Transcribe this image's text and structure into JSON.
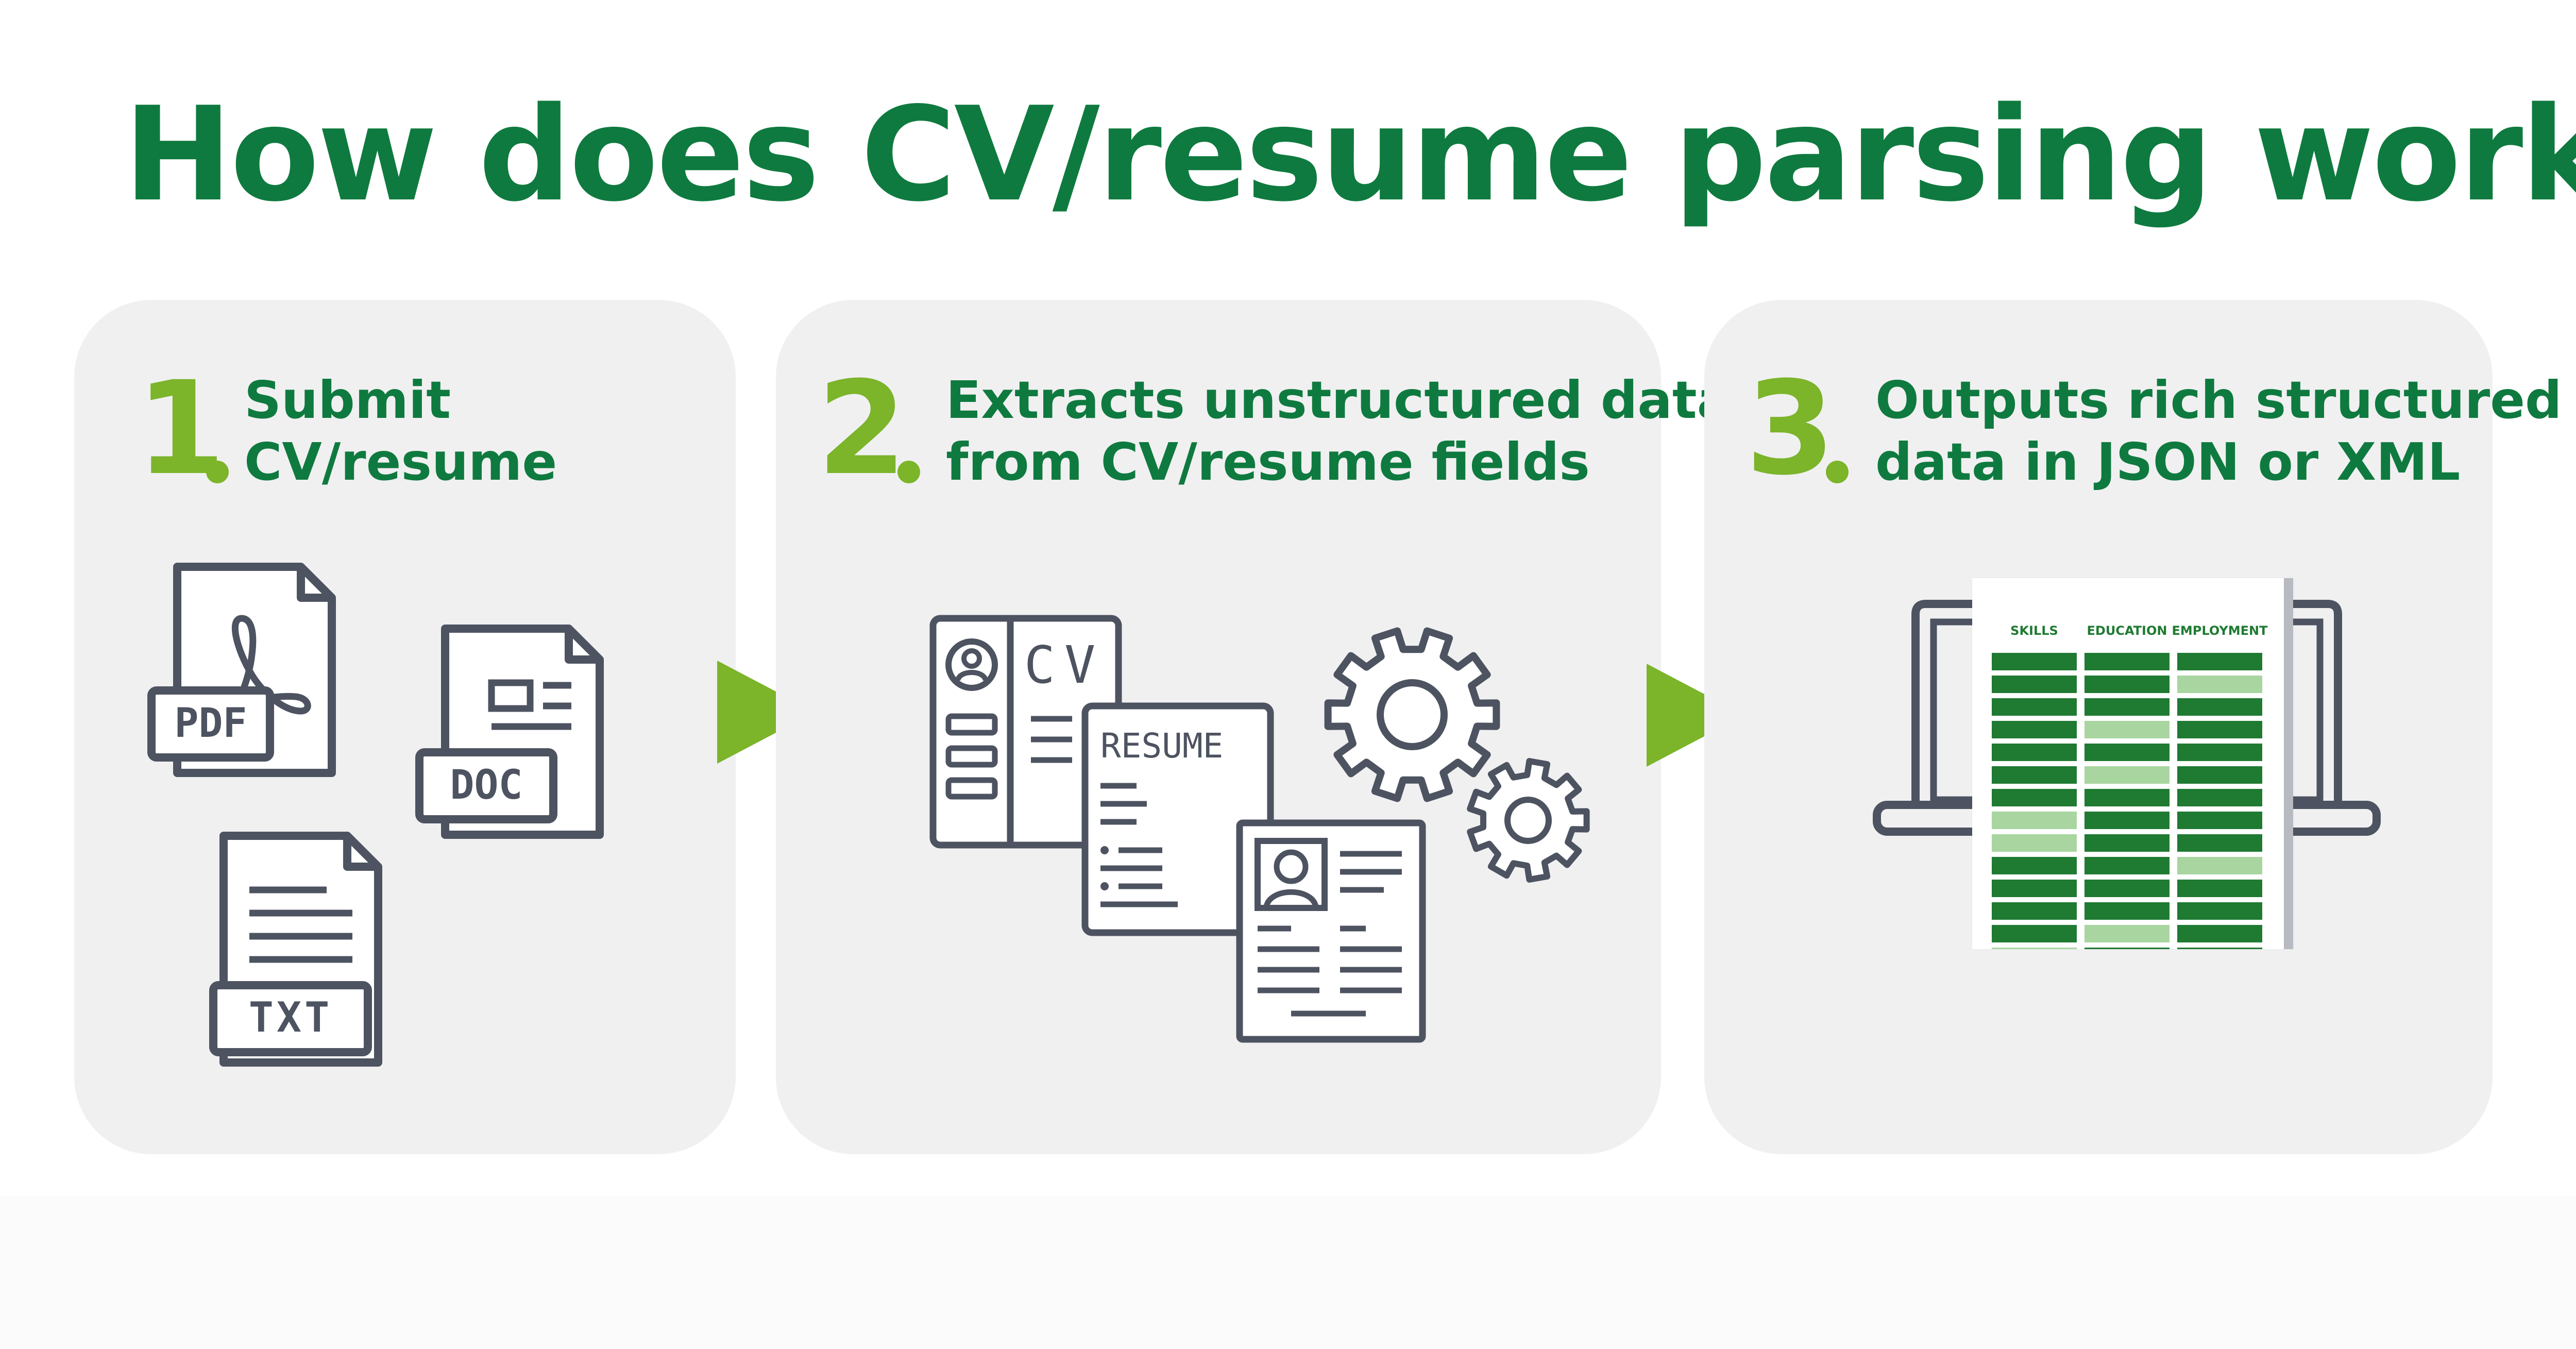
{
  "title": "How does CV/resume parsing work?",
  "colors": {
    "title_green": "#0f7a3f",
    "accent_green": "#7cb42a",
    "step_text_green": "#0f7a3f",
    "panel_bg": "#f0f0f1",
    "icon_stroke": "#4d5360",
    "table_dark": "#1f7a32",
    "table_light": "#a8d5a0"
  },
  "steps": [
    {
      "number": "1",
      "line1": "Submit",
      "line2": "CV/resume"
    },
    {
      "number": "2",
      "line1": "Extracts unstructured data",
      "line2": "from CV/resume fields"
    },
    {
      "number": "3",
      "line1": "Outputs rich structured",
      "line2": "data in JSON or XML"
    }
  ],
  "file_icons": {
    "pdf": "PDF",
    "doc": "DOC",
    "txt": "TXT"
  },
  "documents": {
    "cv": "CV",
    "resume": "RESUME"
  },
  "table": {
    "headers": [
      "SKILLS",
      "EDUCATION",
      "EMPLOYMENT"
    ],
    "rows": [
      [
        "dark",
        "dark",
        "dark"
      ],
      [
        "dark",
        "dark",
        "light"
      ],
      [
        "dark",
        "dark",
        "dark"
      ],
      [
        "dark",
        "light",
        "dark"
      ],
      [
        "dark",
        "dark",
        "dark"
      ],
      [
        "dark",
        "light",
        "dark"
      ],
      [
        "dark",
        "dark",
        "dark"
      ],
      [
        "light",
        "dark",
        "dark"
      ],
      [
        "light",
        "dark",
        "dark"
      ],
      [
        "dark",
        "dark",
        "light"
      ],
      [
        "dark",
        "dark",
        "dark"
      ],
      [
        "dark",
        "dark",
        "dark"
      ],
      [
        "dark",
        "light",
        "dark"
      ],
      [
        "light",
        "dark",
        "dark"
      ]
    ]
  }
}
